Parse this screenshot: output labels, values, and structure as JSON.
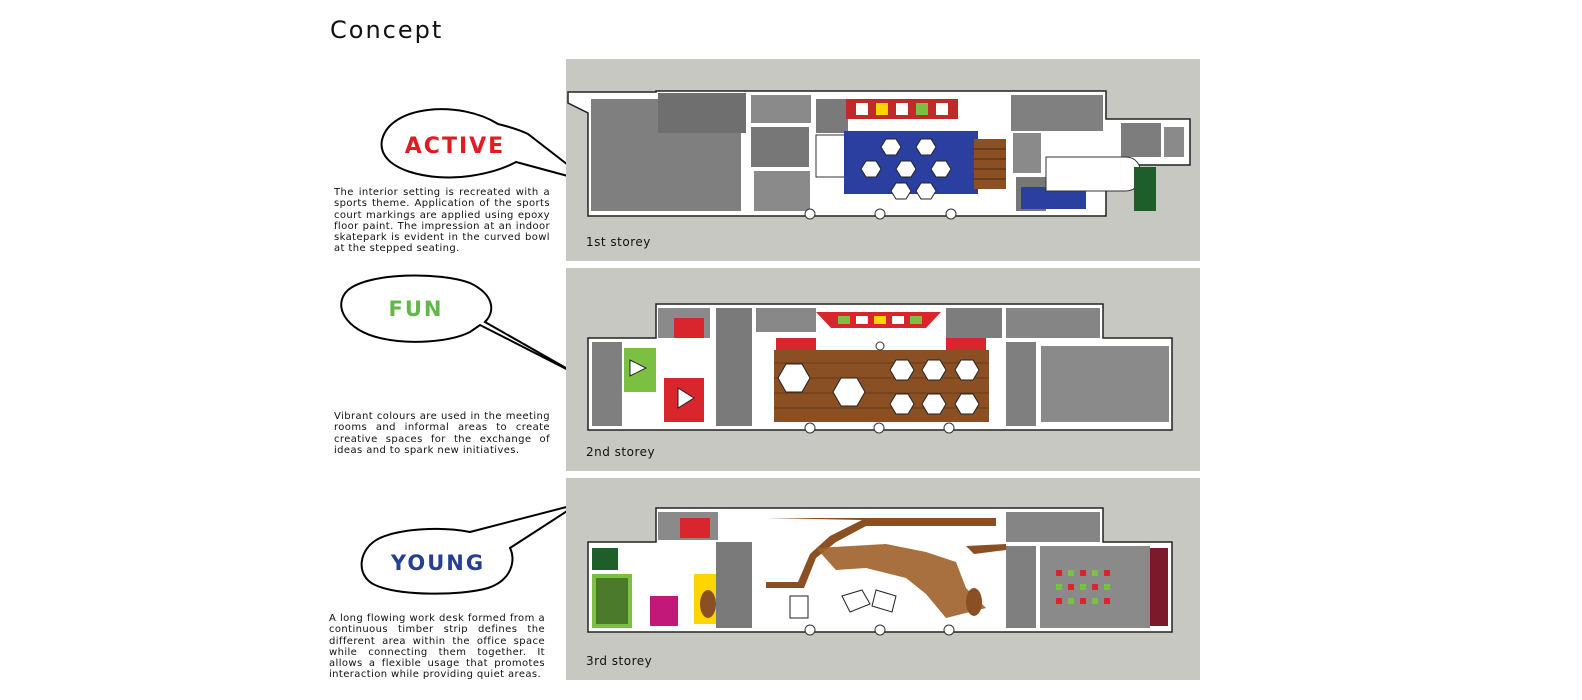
{
  "page": {
    "title": "Concept"
  },
  "concepts": [
    {
      "word": "ACTIVE",
      "color": "#e21b23",
      "description": "The interior setting is recreated with a sports theme. Application of the sports court markings are applied using epoxy floor paint. The impression at an indoor skatepark is evident in the curved bowl at the stepped seating."
    },
    {
      "word": "FUN",
      "color": "#62b846",
      "description": "Vibrant colours are used in the meeting rooms and informal areas to create creative spaces for the exchange of ideas and to spark new initiatives."
    },
    {
      "word": "YOUNG",
      "color": "#263f94",
      "description": "A long flowing work desk formed from a continuous timber strip defines the different area within the office space while connecting them together. It allows a flexible usage that promotes interaction while providing quiet areas."
    }
  ],
  "plans": [
    {
      "label": "1st storey"
    },
    {
      "label": "2nd storey"
    },
    {
      "label": "3rd storey"
    }
  ],
  "colors": {
    "panel_background": "#c8c8c2",
    "wall_grey": "#7d7d7d",
    "sports_blue": "#2a3fa0",
    "accent_red": "#d9262c",
    "accent_green": "#7bc043",
    "timber": "#8a4f22",
    "yellow": "#ffd500",
    "magenta": "#c2187a",
    "dark_green": "#1d5e2b"
  }
}
